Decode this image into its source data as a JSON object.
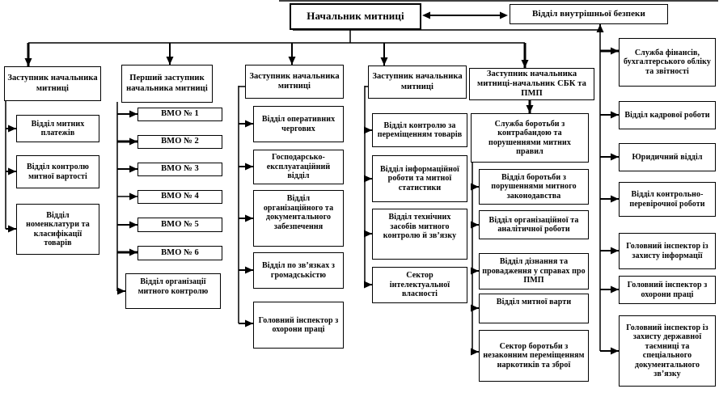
{
  "org": {
    "root": "Начальник митниці",
    "security": "Відділ внутрішньої безпеки",
    "columns": [
      {
        "header": "Заступник начальника митниці",
        "children": [
          "Відділ митних платежів",
          "Відділ контролю митної вартості",
          "Відділ номенклатури та класифікації товарів"
        ]
      },
      {
        "header": "Перший заступник начальника митниці",
        "children": [
          "ВМО № 1",
          "ВМО № 2",
          "ВМО № 3",
          "ВМО № 4",
          "ВМО № 5",
          "ВМО № 6",
          "Відділ організації митного контролю"
        ]
      },
      {
        "header": "Заступник начальника митниці",
        "children": [
          "Відділ оперативних чергових",
          "Господарсько-експлуатаційний відділ",
          "Відділ організаційного та документального забезпечення",
          "Відділ по зв’язках з громадськістю",
          "Головний інспектор з охорони праці"
        ]
      },
      {
        "header": "Заступник начальника митниці",
        "children": [
          "Відділ контролю за переміщенням товарів",
          "Відділ інформаційної роботи та митної статистики",
          "Відділ технічних засобів митного контролю й зв’язку",
          "Сектор інтелектуальної власності"
        ]
      },
      {
        "header": "Заступник начальника митниці-начальник СБК та ПМП",
        "service": "Служба боротьби з контрабандою та порушеннями митних правил",
        "children": [
          "Відділ боротьби з порушеннями митного законодавства",
          "Відділ організаційної та аналітичної роботи",
          "Відділ дізнання та провадження у справах про ПМП",
          "Відділ митної варти",
          "Сектор боротьби з незаконним переміщенням наркотиків та зброї"
        ]
      }
    ],
    "right_column": [
      "Служба фінансів, бухгалтерського обліку та звітності",
      "Відділ кадрової роботи",
      "Юридичний відділ",
      "Відділ контрольно-перевірочної роботи",
      "Головний інспектор із захисту інформації",
      "Головний інспектор з охорони праці",
      "Головний інспектор із захисту державної таємниці та спеціального документального зв’язку"
    ],
    "colors": {
      "line": "#000000",
      "box_bg": "#ffffff",
      "text": "#000000"
    }
  }
}
